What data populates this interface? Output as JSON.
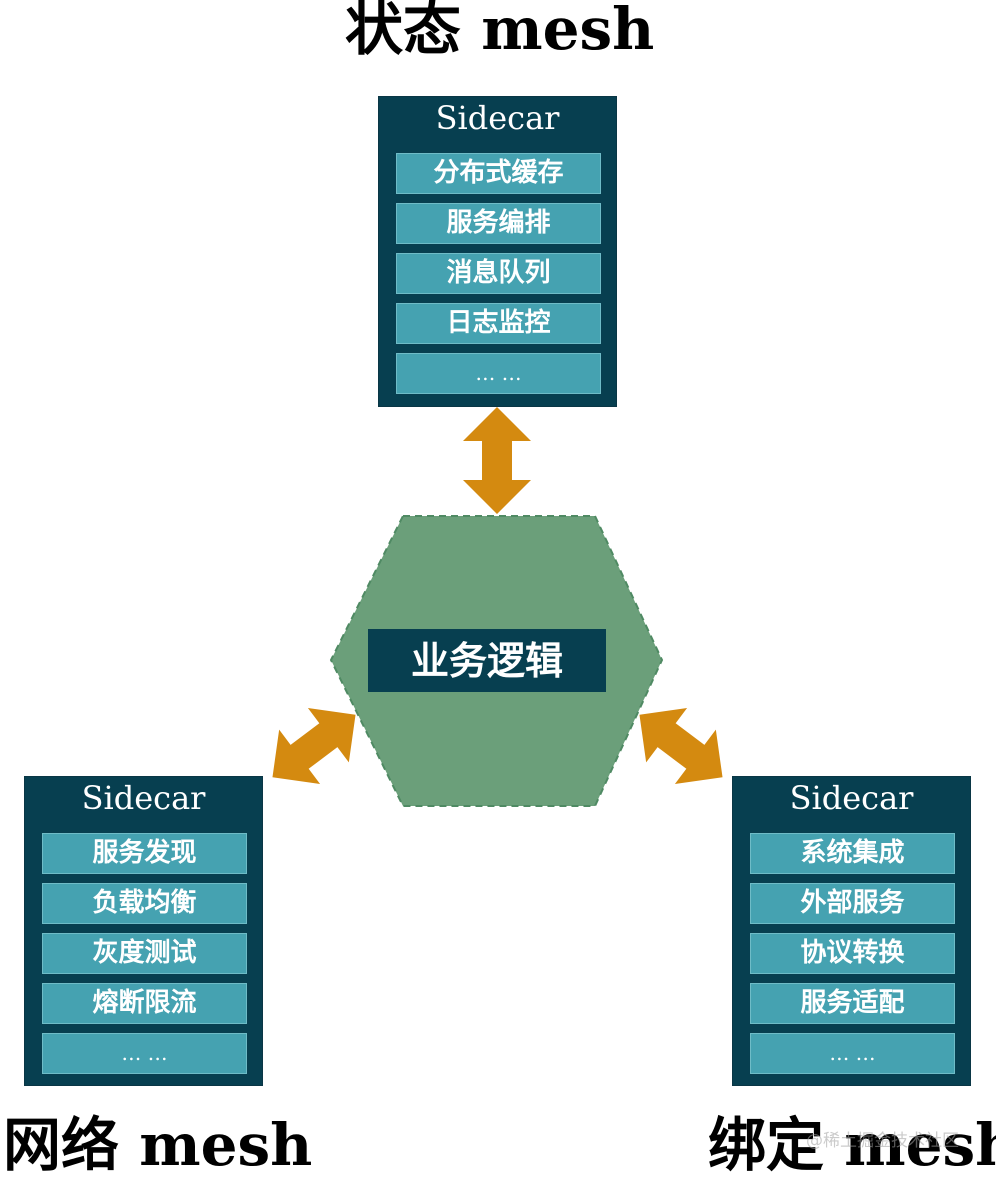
{
  "colors": {
    "sidecar_bg": "#073f50",
    "capability_bg": "#45a2b1",
    "core_fill": "#6b9f7a",
    "core_stroke": "#4f8a63",
    "arrow": "#d48a10"
  },
  "top": {
    "title": "状态 mesh",
    "sidecar": "Sidecar",
    "items": [
      "分布式缓存",
      "服务编排",
      "消息队列",
      "日志监控",
      "… …"
    ]
  },
  "left": {
    "title": "网络 mesh",
    "sidecar": "Sidecar",
    "items": [
      "服务发现",
      "负载均衡",
      "灰度测试",
      "熔断限流",
      "… …"
    ]
  },
  "right": {
    "title": "绑定 mesh",
    "sidecar": "Sidecar",
    "items": [
      "系统集成",
      "外部服务",
      "协议转换",
      "服务适配",
      "… …"
    ]
  },
  "core": {
    "label": "业务逻辑"
  },
  "watermark": "@稀土掘金技术社区"
}
